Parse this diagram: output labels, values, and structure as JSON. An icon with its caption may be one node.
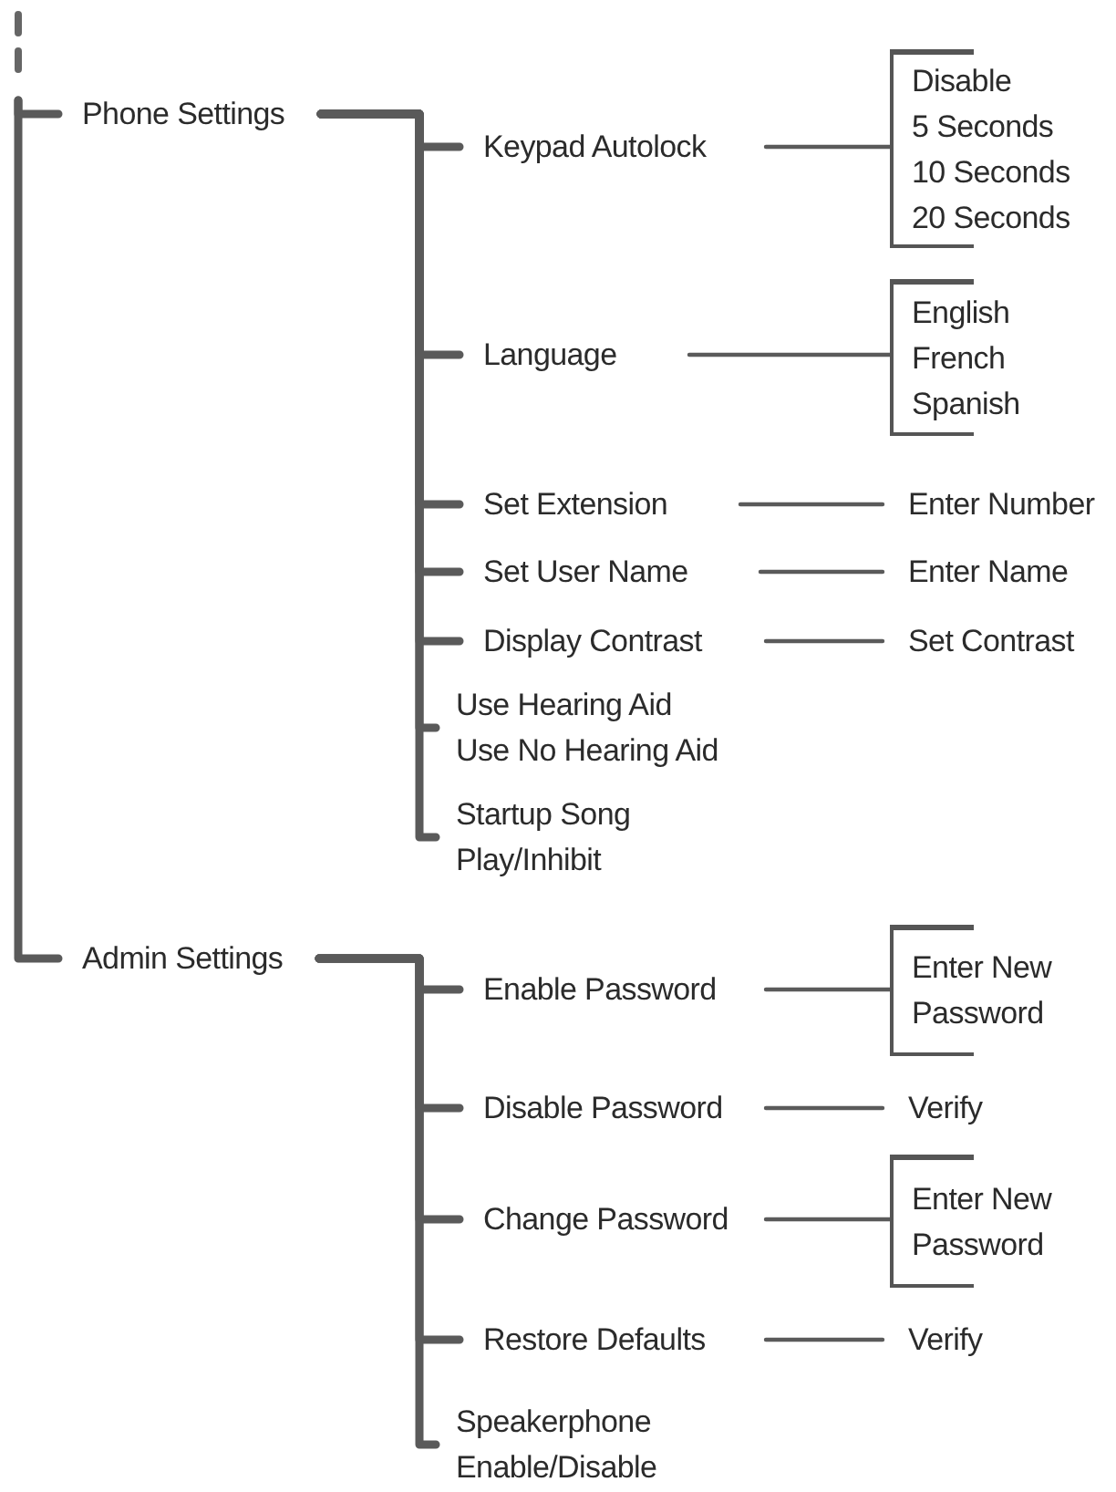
{
  "diagram": {
    "nodes": [
      {
        "text": [
          "Phone Settings"
        ]
      },
      {
        "text": [
          "Keypad Autolock"
        ]
      },
      {
        "text": [
          "Disable",
          "5 Seconds",
          "10 Seconds",
          "20 Seconds"
        ]
      },
      {
        "text": [
          "Language"
        ]
      },
      {
        "text": [
          "English",
          "French",
          "Spanish"
        ]
      },
      {
        "text": [
          "Set Extension"
        ]
      },
      {
        "text": [
          "Enter Number"
        ]
      },
      {
        "text": [
          "Set User Name"
        ]
      },
      {
        "text": [
          "Enter Name"
        ]
      },
      {
        "text": [
          "Display Contrast"
        ]
      },
      {
        "text": [
          "Set Contrast"
        ]
      },
      {
        "text": [
          "Use Hearing Aid",
          "Use No Hearing Aid"
        ]
      },
      {
        "text": [
          "Startup Song Play/Inhibit"
        ]
      },
      {
        "text": [
          "Admin Settings"
        ]
      },
      {
        "text": [
          "Enable Password"
        ]
      },
      {
        "text": [
          "Enter New Password"
        ]
      },
      {
        "text": [
          "Disable Password"
        ]
      },
      {
        "text": [
          "Verify"
        ]
      },
      {
        "text": [
          "Change Password"
        ]
      },
      {
        "text": [
          "Enter New Password"
        ]
      },
      {
        "text": [
          "Restore Defaults"
        ]
      },
      {
        "text": [
          "Verify"
        ]
      },
      {
        "text": [
          "Speakerphone Enable/Disable"
        ]
      }
    ],
    "edges": [
      {
        "from": null,
        "to": 0,
        "arrow": "none"
      },
      {
        "from": null,
        "to": 13,
        "arrow": "none"
      },
      {
        "from": 0,
        "to": 1,
        "arrow": "none"
      },
      {
        "from": 0,
        "to": 3,
        "arrow": "none"
      },
      {
        "from": 0,
        "to": 5,
        "arrow": "none"
      },
      {
        "from": 0,
        "to": 7,
        "arrow": "none"
      },
      {
        "from": 0,
        "to": 9,
        "arrow": "none"
      },
      {
        "from": 0,
        "to": 11,
        "arrow": "none"
      },
      {
        "from": 0,
        "to": 12,
        "arrow": "none"
      },
      {
        "from": 1,
        "to": 2,
        "arrow": "none"
      },
      {
        "from": 3,
        "to": 4,
        "arrow": "none"
      },
      {
        "from": 5,
        "to": 6,
        "arrow": "none"
      },
      {
        "from": 7,
        "to": 8,
        "arrow": "none"
      },
      {
        "from": 9,
        "to": 10,
        "arrow": "none"
      },
      {
        "from": 13,
        "to": 14,
        "arrow": "none"
      },
      {
        "from": 13,
        "to": 16,
        "arrow": "none"
      },
      {
        "from": 13,
        "to": 18,
        "arrow": "none"
      },
      {
        "from": 13,
        "to": 20,
        "arrow": "none"
      },
      {
        "from": 13,
        "to": 22,
        "arrow": "none"
      },
      {
        "from": 14,
        "to": 15,
        "arrow": "none"
      },
      {
        "from": 16,
        "to": 17,
        "arrow": "none"
      },
      {
        "from": 18,
        "to": 19,
        "arrow": "none"
      },
      {
        "from": 20,
        "to": 21,
        "arrow": "none"
      }
    ]
  }
}
